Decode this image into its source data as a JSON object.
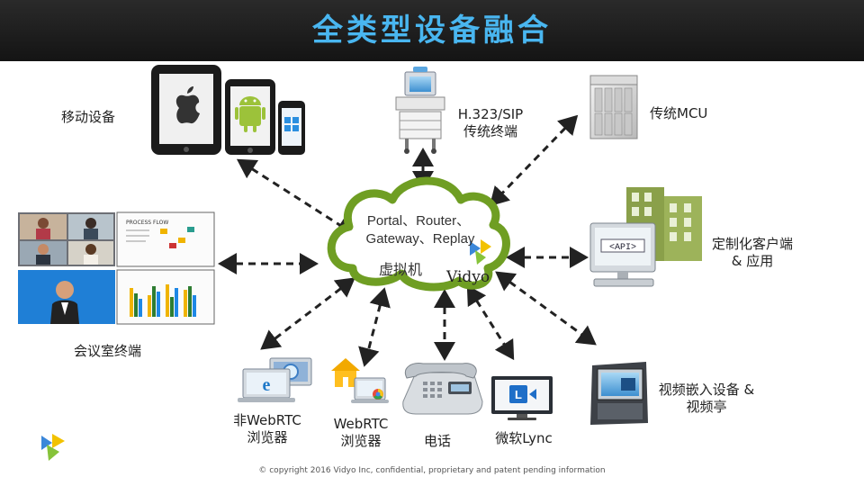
{
  "title": "全类型设备融合",
  "cloud": {
    "line1": "Portal、Router、",
    "line2": "Gateway、Replay",
    "virtual": "虚拟机",
    "brand": "Vidyo"
  },
  "labels": {
    "mobile": "移动设备",
    "h323_line1": "H.323/SIP",
    "h323_line2": "传统终端",
    "mcu": "传统MCU",
    "custom_line1": "定制化客户端",
    "custom_line2": "& 应用",
    "room": "会议室终端",
    "non_webrtc_line1": "非WebRTC",
    "non_webrtc_line2": "浏览器",
    "webrtc_line1": "WebRTC",
    "webrtc_line2": "浏览器",
    "phone": "电话",
    "lync": "微软Lync",
    "embedded_line1": "视频嵌入设备 &",
    "embedded_line2": "视频亭"
  },
  "api_text": "<API>",
  "room_slide_title": "PROCESS FLOW",
  "footer": "©  copyright   2016 Vidyo Inc,  confidential,  proprietary  and  patent pending  information",
  "colors": {
    "title": "#49b6f0",
    "cloud": "#6f9e23",
    "arrow": "#222222",
    "building": "#8aa04a"
  }
}
